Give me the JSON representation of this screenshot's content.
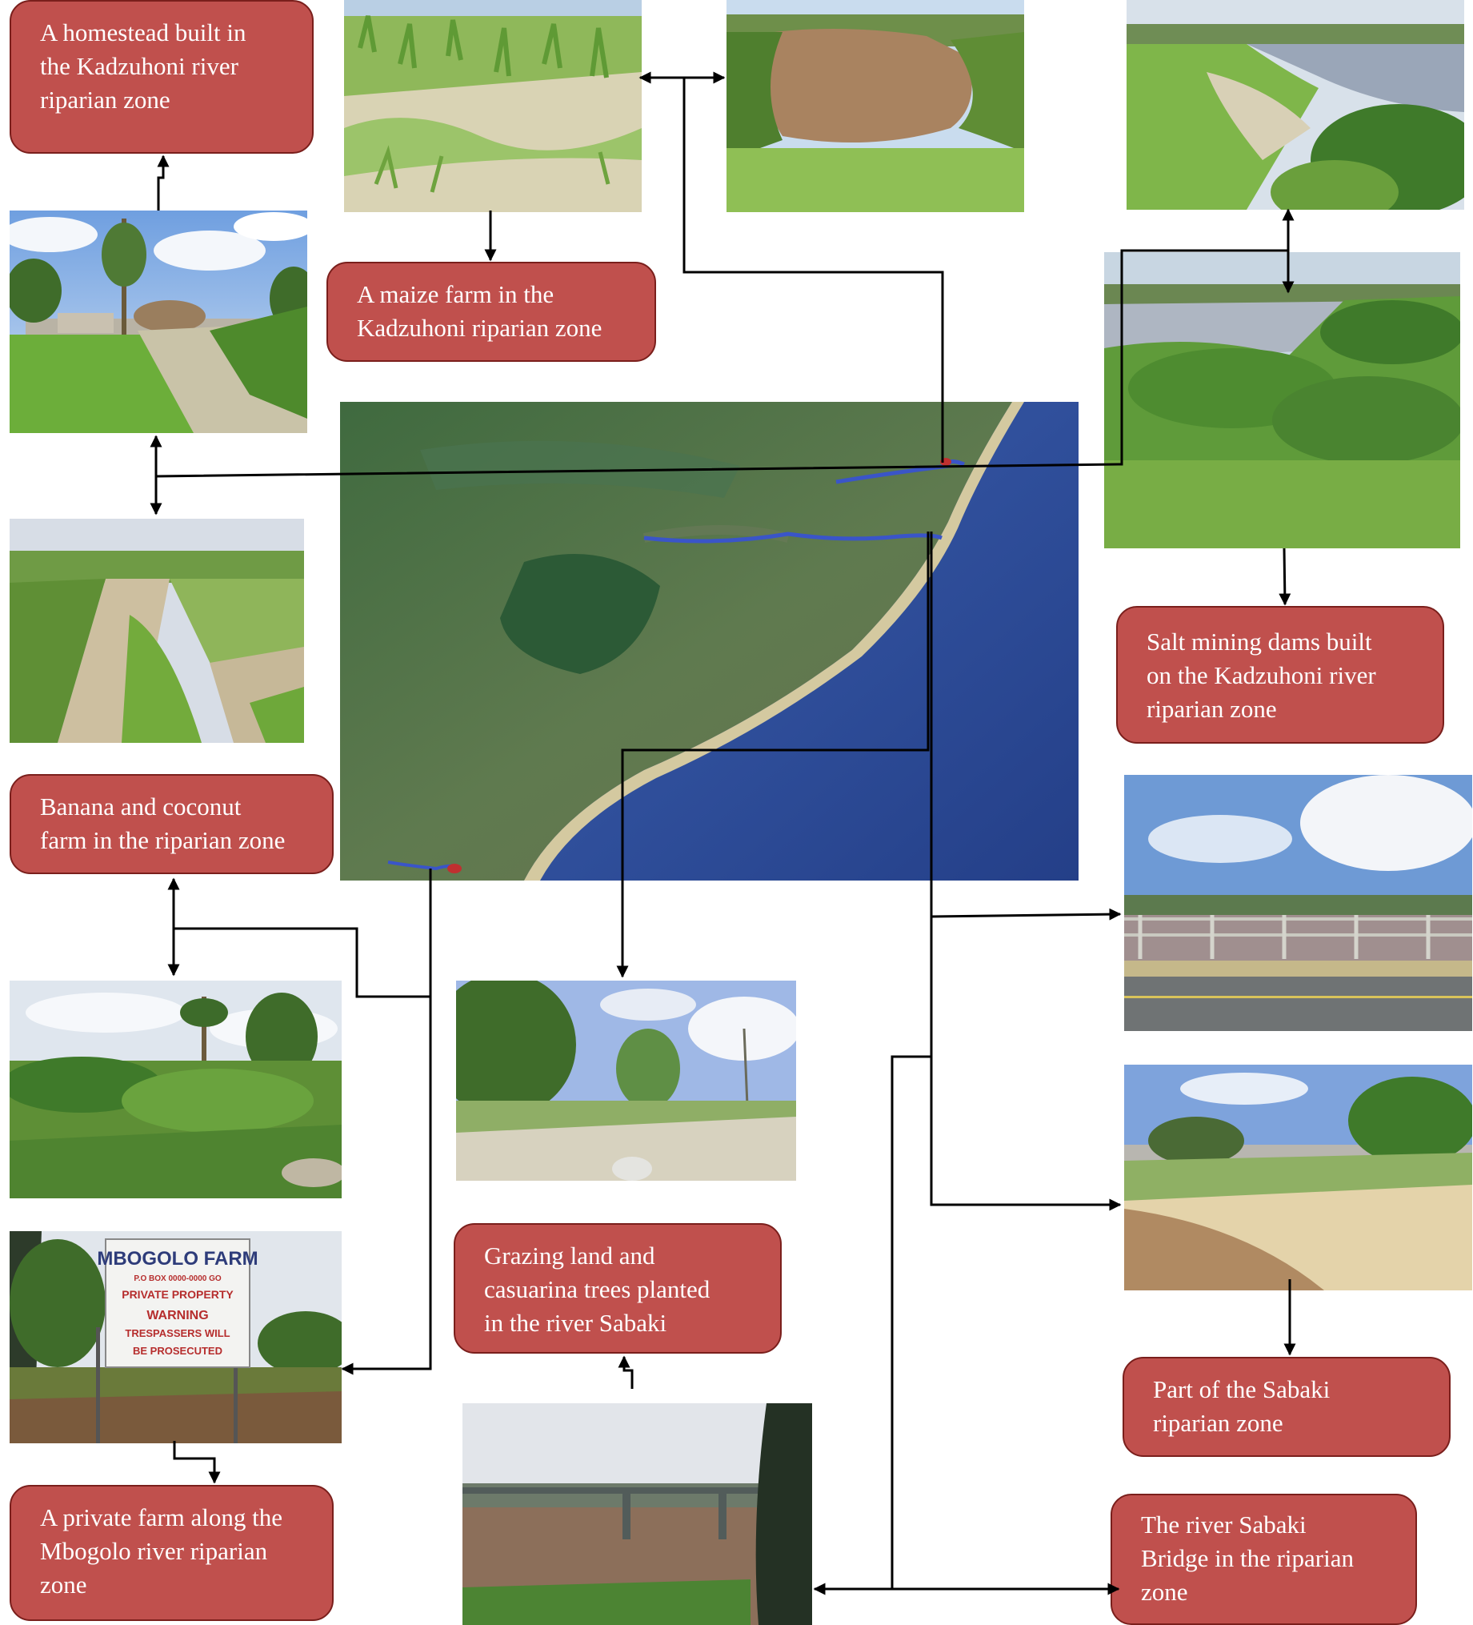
{
  "labels": {
    "homestead": [
      "A homestead built in",
      "the Kadzuhoni river",
      "riparian zone"
    ],
    "maize": [
      "A maize farm in the",
      "Kadzuhoni riparian zone"
    ],
    "salt": [
      "Salt mining dams built",
      "on the Kadzuhoni river",
      "riparian zone"
    ],
    "banana": [
      "Banana and coconut",
      "farm in the riparian zone"
    ],
    "grazing": [
      "Grazing land and",
      "casuarina trees planted",
      "in the river Sabaki"
    ],
    "sabaki_part": [
      "Part of the Sabaki",
      "riparian zone"
    ],
    "private_farm": [
      "A private farm along the",
      "Mbogolo river riparian",
      "zone"
    ],
    "bridge": [
      "The river Sabaki",
      "Bridge in the riparian",
      "zone"
    ]
  },
  "sign": {
    "lines": [
      "MBOGOLO FARM",
      "P.O BOX 0000-0000 GO",
      "PRIVATE PROPERTY",
      "WARNING",
      "TRESPASSERS WILL",
      "BE PROSECUTED"
    ]
  },
  "colors": {
    "label_fill": "#c0504d",
    "label_border": "#7a1f1c",
    "label_text": "#ffffff",
    "connector": "#000000",
    "map_land": "#4d6d47",
    "map_sea": "#2f4f9a"
  }
}
